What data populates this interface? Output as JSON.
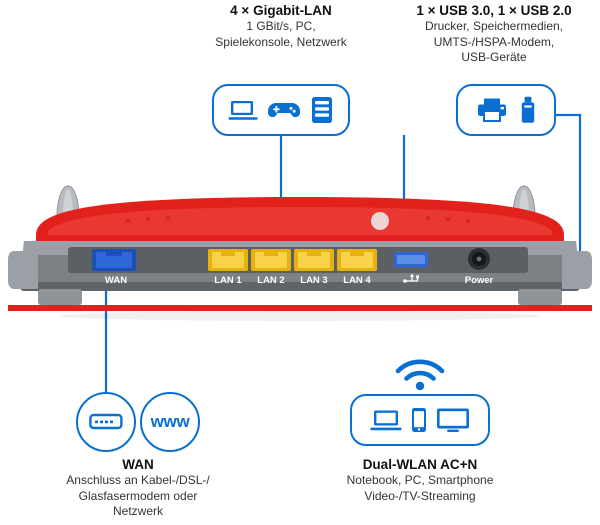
{
  "diagram": {
    "title": "FRITZ!Box rear panel port diagram",
    "accent_color": "#0a6fd1",
    "red_color": "#e2211c",
    "lan_color": "#f5c518",
    "wan_color": "#1b4fb8"
  },
  "callouts": {
    "lan": {
      "title": "4 × Gigabit-LAN",
      "lines": [
        "1 GBit/s, PC,",
        "Spielekonsole, Netzwerk"
      ],
      "icons": [
        "laptop-icon",
        "gamepad-icon",
        "server-icon"
      ]
    },
    "usb": {
      "title": "1 × USB 3.0, 1 × USB 2.0",
      "lines": [
        "Drucker, Speichermedien,",
        "UMTS-/HSPA-Modem,",
        "USB-Geräte"
      ],
      "icons": [
        "printer-icon",
        "usb-stick-icon"
      ]
    },
    "wan": {
      "title": "WAN",
      "lines": [
        "Anschluss an Kabel-/DSL-/",
        "Glasfasermodem oder",
        "Netzwerk"
      ],
      "icons": [
        "modem-icon",
        "www-icon"
      ],
      "www_label": "www"
    },
    "wlan": {
      "title": "Dual-WLAN AC+N",
      "lines": [
        "Notebook, PC, Smartphone",
        "Video-/TV-Streaming"
      ],
      "icons": [
        "wifi-icon",
        "notebook-icon",
        "smartphone-icon",
        "tv-icon"
      ]
    }
  },
  "router": {
    "ports": [
      {
        "name": "wan-port",
        "label": "WAN"
      },
      {
        "name": "lan1-port",
        "label": "LAN 1"
      },
      {
        "name": "lan2-port",
        "label": "LAN 2"
      },
      {
        "name": "lan3-port",
        "label": "LAN 3"
      },
      {
        "name": "lan4-port",
        "label": "LAN 4"
      },
      {
        "name": "usb-port",
        "label": ""
      },
      {
        "name": "power-port",
        "label": "Power"
      }
    ],
    "usb_symbol": "usb-icon",
    "power_label": "Power"
  }
}
